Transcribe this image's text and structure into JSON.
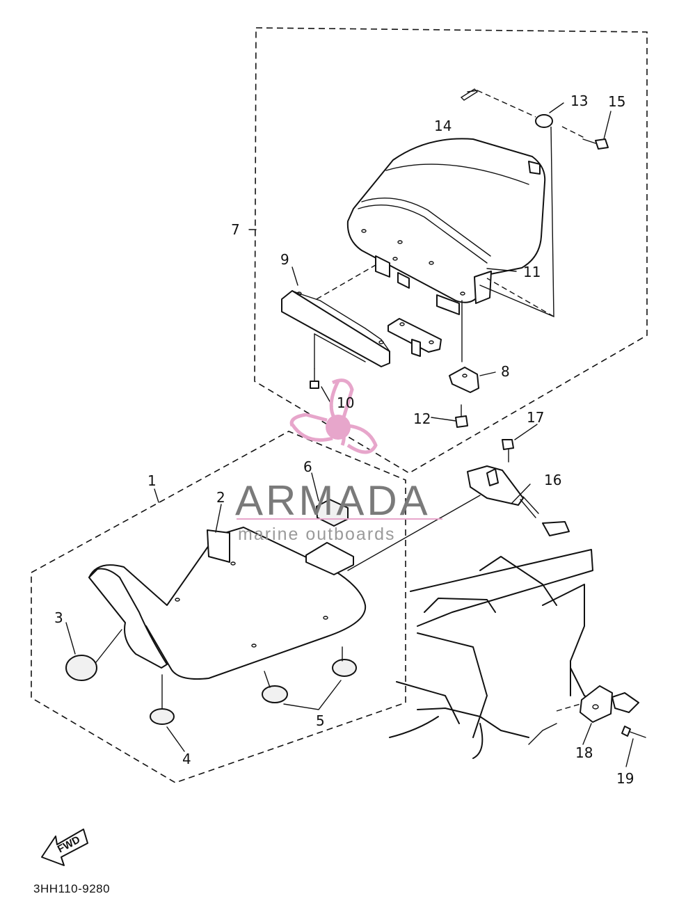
{
  "diagram": {
    "part_number": "3HH110-9280",
    "direction_label": "FWD",
    "watermark": {
      "name": "ARMADA",
      "tagline": "marine outboards",
      "colors": {
        "logo_pink": "#e7a6cb",
        "text_grey": "#7a7a7a"
      }
    },
    "callouts": [
      "1",
      "2",
      "3",
      "4",
      "5",
      "6",
      "7",
      "8",
      "9",
      "10",
      "11",
      "12",
      "13",
      "14",
      "15",
      "16",
      "17",
      "18",
      "19"
    ]
  }
}
